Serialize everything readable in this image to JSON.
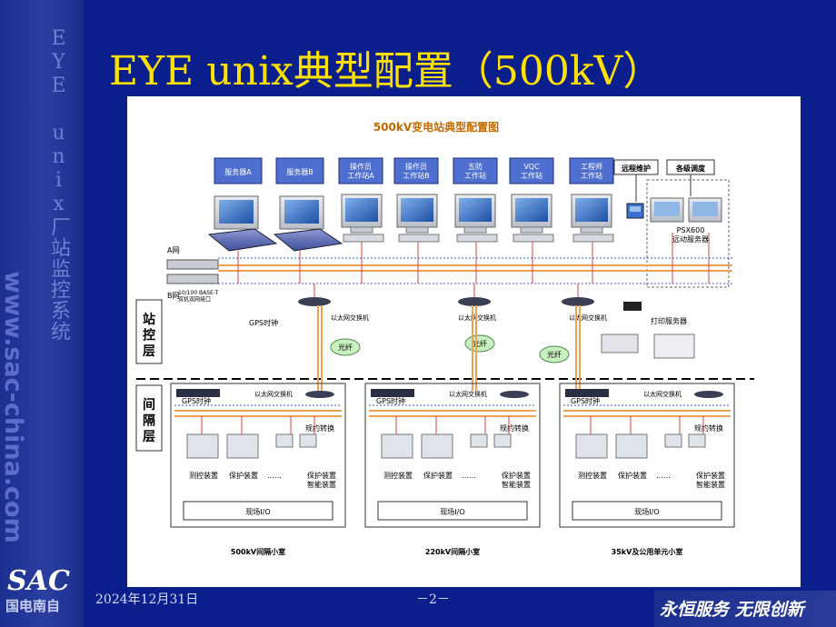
{
  "slide": {
    "title": "EYE unix典型配置（500kV）",
    "vertical_title": "EYE unix厂站监控系统",
    "website": "www.sac-china.com",
    "logo_mark": "SAC",
    "logo_name": "国电南自",
    "date": "2024年12月31日",
    "page": "－2－",
    "slogan": "永恒服务 无限创新"
  },
  "diagram": {
    "title": "500kV变电站典型配置图",
    "top_boxes": [
      "服务器A",
      "服务器B",
      "操作员\n工作站A",
      "操作员\n工作站B",
      "五防\n工作站",
      "VQC\n工作站",
      "工程师\n工作站"
    ],
    "remote_maint": "远程维护",
    "dispatch": "各级调度",
    "psx": "PSX600\n远动服务器",
    "net_a": "A网",
    "net_b": "B网",
    "hub_label": "10/100 BASE-T\n双机双网接口",
    "gps_station": "GPS时钟",
    "ethernet_switch": "以太网交换机",
    "print_server": "打印服务器",
    "fiber": "光纤",
    "layer_station": "站\n控\n层",
    "layer_bay": "间\n隔\n层",
    "bay_gps": "GPS时钟",
    "bay_switch": "以太网交换机",
    "protocol_conv": "规约转换",
    "measure_ctrl": "测控装置",
    "protection": "保护装置",
    "dots": "……",
    "prot_smart": "保护装置\n智能装置",
    "field_io": "现场I/O",
    "rooms": [
      "500kV间隔小室",
      "220kV间隔小室",
      "35kV及公用单元小室"
    ]
  }
}
